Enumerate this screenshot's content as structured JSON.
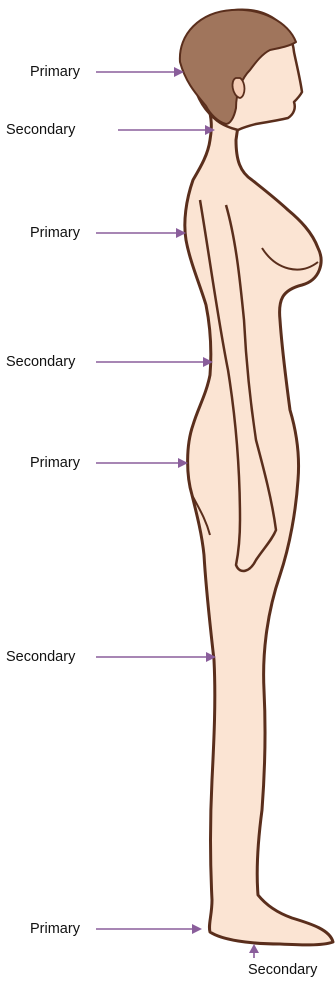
{
  "labels": [
    {
      "text": "Primary"
    },
    {
      "text": "Secondary"
    },
    {
      "text": "Primary"
    },
    {
      "text": "Secondary"
    },
    {
      "text": "Primary"
    },
    {
      "text": "Secondary"
    },
    {
      "text": "Primary"
    },
    {
      "text": "Secondary"
    }
  ],
  "colors": {
    "arrow": "#8a5e9b",
    "skin": "#fbe4d3",
    "outline": "#5a2e1c",
    "hair": "#a0755c"
  }
}
